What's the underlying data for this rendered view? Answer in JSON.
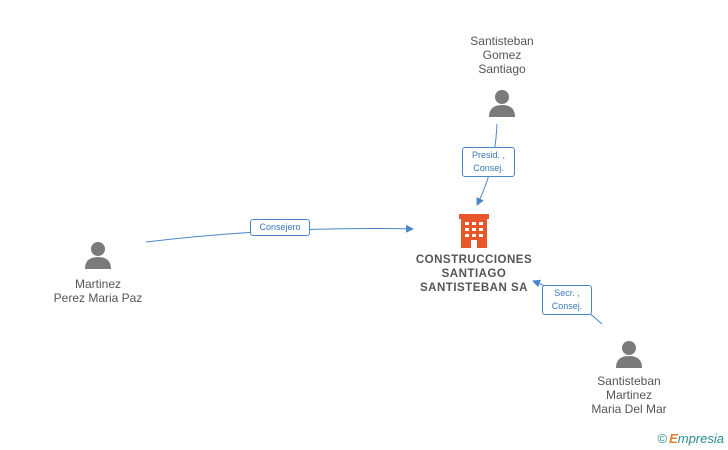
{
  "company": {
    "name_lines": [
      "CONSTRUCCIONES",
      "SANTIAGO",
      "SANTISTEBAN SA"
    ],
    "icon": "building-icon",
    "icon_color": "#e8572a"
  },
  "people": [
    {
      "id": "santisteban-gomez",
      "name_lines": [
        "Santisteban",
        "Gomez",
        "Santiago"
      ],
      "icon": "person-icon"
    },
    {
      "id": "martinez-perez",
      "name_lines": [
        "Martinez",
        "Perez Maria Paz"
      ],
      "icon": "person-icon"
    },
    {
      "id": "santisteban-martinez",
      "name_lines": [
        "Santisteban",
        "Martinez",
        "Maria Del Mar"
      ],
      "icon": "person-icon"
    }
  ],
  "relations": [
    {
      "from": "santisteban-gomez",
      "label_lines": [
        "Presid. ,",
        "Consej."
      ]
    },
    {
      "from": "martinez-perez",
      "label_lines": [
        "Consejero"
      ]
    },
    {
      "from": "santisteban-martinez",
      "label_lines": [
        "Secr. ,",
        "Consej."
      ]
    }
  ],
  "colors": {
    "edge": "#4a87c6",
    "person_icon": "#7a7a7a",
    "text": "#555555"
  },
  "watermark": {
    "symbol": "©",
    "brand_initial": "E",
    "brand_rest": "mpresia"
  }
}
